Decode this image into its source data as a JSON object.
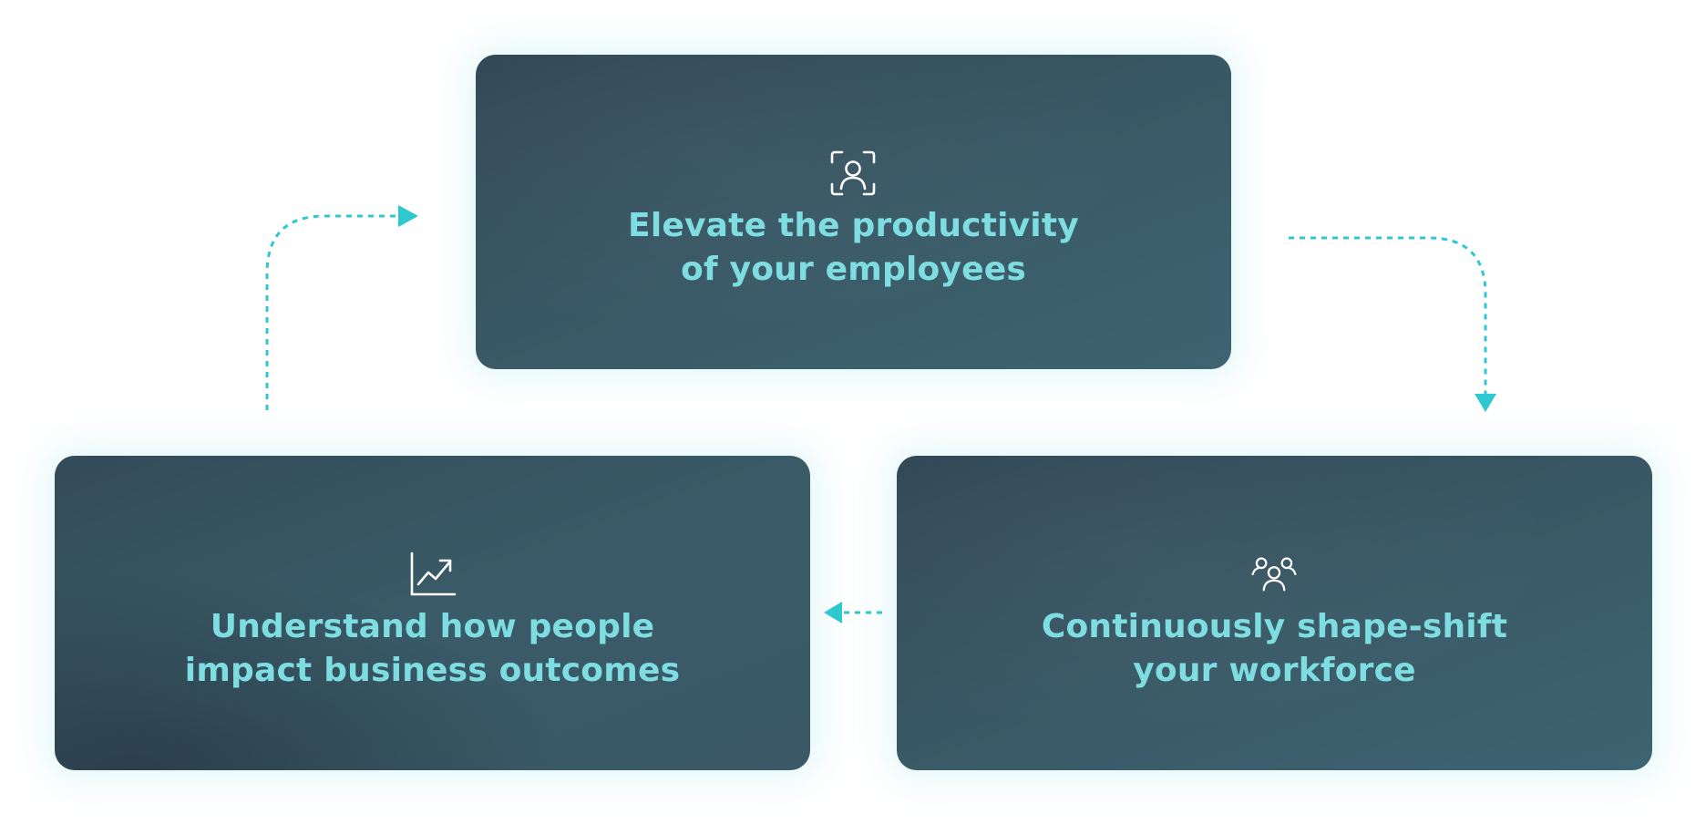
{
  "colors": {
    "accent": "#2ec8d0",
    "title": "#7edde0",
    "card": "#36505e",
    "icon": "#ffffff"
  },
  "cards": {
    "top": {
      "icon": "user-focus-icon",
      "line1": "Elevate the productivity",
      "line2": "of your employees"
    },
    "right": {
      "icon": "team-icon",
      "line1": "Continuously shape-shift",
      "line2": "your workforce"
    },
    "left": {
      "icon": "trend-chart-icon",
      "line1": "Understand how people",
      "line2": "impact business outcomes"
    }
  }
}
